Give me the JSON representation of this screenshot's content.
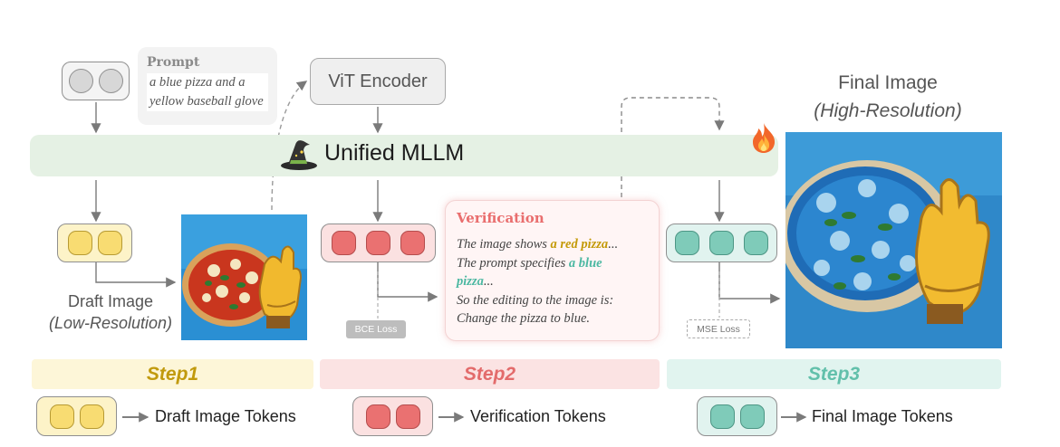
{
  "prompt": {
    "title": "Prompt",
    "line1": "a blue pizza and a",
    "line2": "yellow baseball glove"
  },
  "vit_encoder": "ViT Encoder",
  "mllm_label": "Unified MLLM",
  "final_image": {
    "title": "Final Image",
    "subtitle": "(High-Resolution)"
  },
  "draft_image": {
    "title": "Draft Image",
    "subtitle": "(Low-Resolution)"
  },
  "verification": {
    "title": "Verification",
    "l1a": "The image shows ",
    "l1b": "a red pizza",
    "l1c": "...",
    "l2a": "The prompt specifies ",
    "l2b": "a blue",
    "l3a": "pizza",
    "l3b": "...",
    "l4": "So the editing to the image is:",
    "l5": "Change the pizza to blue."
  },
  "losses": {
    "bce": "BCE Loss",
    "mse": "MSE Loss"
  },
  "steps": [
    "Step1",
    "Step2",
    "Step3"
  ],
  "legend": {
    "draft": "Draft Image Tokens",
    "verification": "Verification Tokens",
    "final": "Final Image Tokens"
  },
  "colors": {
    "step1": "#c19a0d",
    "step2": "#e36b6b",
    "step3": "#62c0ab",
    "mllm_band": "#e5f1e4"
  },
  "icons": [
    "wizard-hat-icon",
    "fire-icon"
  ]
}
